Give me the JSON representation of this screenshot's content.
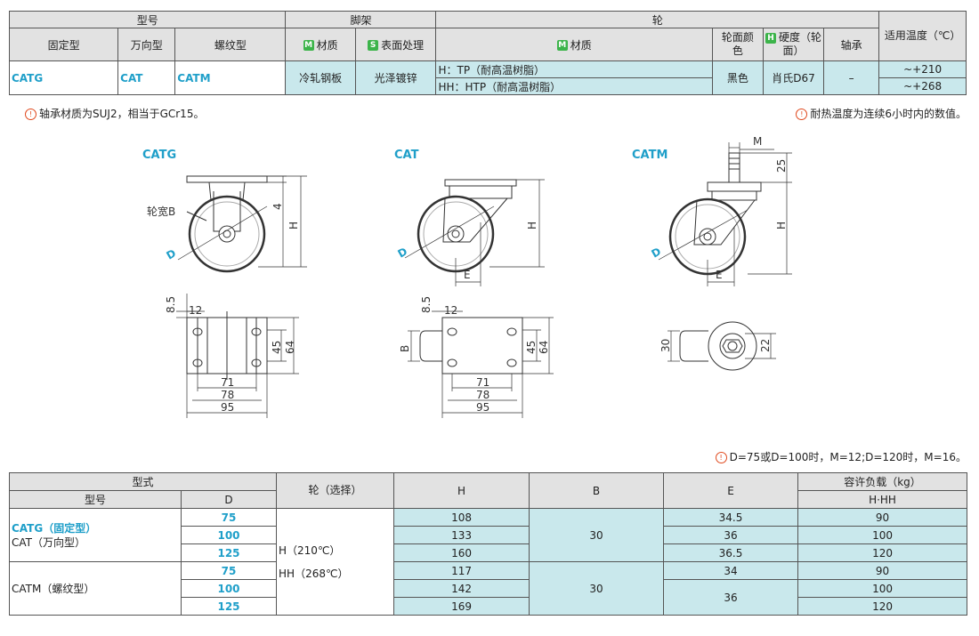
{
  "spec_table": {
    "h_model": "型号",
    "h_frame": "脚架",
    "h_wheel": "轮",
    "h_temp": "适用温度（℃）",
    "h_fixed": "固定型",
    "h_swivel": "万向型",
    "h_thread": "螺纹型",
    "h_frame_material": "材质",
    "h_surface": "表面处理",
    "h_wheel_material": "材质",
    "h_wheel_color": "轮面颜色",
    "h_hardness": "硬度（轮面）",
    "h_bearing": "轴承",
    "badge_m": "M",
    "badge_s": "S",
    "badge_h": "H",
    "fixed_code": "CATG",
    "swivel_code": "CAT",
    "thread_code": "CATM",
    "frame_material": "冷轧钢板",
    "surface": "光泽镀锌",
    "wheel_mat_1": "H：TP（耐高温树脂）",
    "wheel_mat_2": "HH：HTP（耐高温树脂）",
    "wheel_color": "黑色",
    "hardness": "肖氏D67",
    "bearing": "–",
    "temp_1": "~+210",
    "temp_2": "~+268"
  },
  "notes": {
    "left": "轴承材质为SUJ2，相当于GCr15。",
    "right": "耐热温度为连续6小时内的数值。",
    "bottom": "D=75或D=100时，M=12;D=120时，M=16。"
  },
  "drawings": {
    "catg_title": "CATG",
    "cat_title": "CAT",
    "catm_title": "CATM",
    "wheel_width_label": "轮宽B",
    "D": "D",
    "H": "H",
    "E": "E",
    "B": "B",
    "M": "M",
    "d4": "4",
    "d25": "25",
    "d8_5": "8.5",
    "d12": "12",
    "d45": "45",
    "d64": "64",
    "d71": "71",
    "d78": "78",
    "d95": "95",
    "d30": "30",
    "d22": "22"
  },
  "size_table": {
    "h_type": "型式",
    "h_wheel": "轮（选择）",
    "h_H": "H",
    "h_B": "B",
    "h_E": "E",
    "h_load": "容许负载（kg）",
    "h_model": "型号",
    "h_D": "D",
    "h_load_sub": "H·HH",
    "group1_line1": "CATG（固定型）",
    "group1_line2": "CAT（万向型）",
    "group2": "CATM（螺纹型）",
    "wheel_h": "H（210℃）",
    "wheel_hh": "HH（268℃）",
    "rows": [
      {
        "D": "75",
        "H": "108",
        "E": "34.5",
        "load": "90"
      },
      {
        "D": "100",
        "H": "133",
        "E": "36",
        "load": "100"
      },
      {
        "D": "125",
        "H": "160",
        "E": "36.5",
        "load": "120"
      },
      {
        "D": "75",
        "H": "117",
        "E": "34",
        "load": "90"
      },
      {
        "D": "100",
        "H": "142",
        "E": "36",
        "load": "100"
      },
      {
        "D": "125",
        "H": "169",
        "E": "36",
        "load": "120"
      }
    ],
    "B1": "30",
    "B2": "30"
  }
}
